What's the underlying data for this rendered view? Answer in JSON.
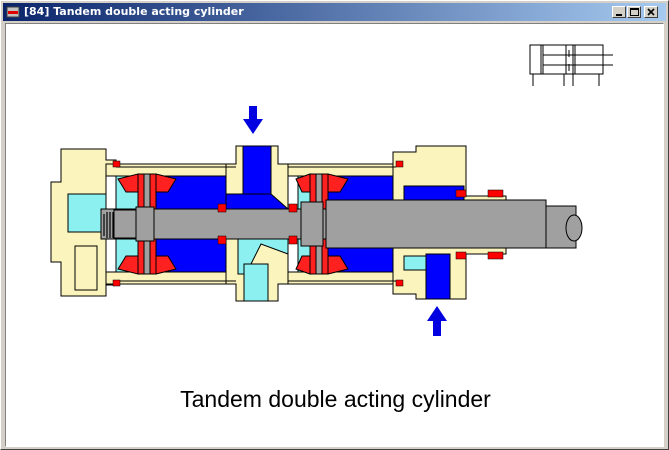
{
  "window": {
    "title": "[84] Tandem double acting cylinder",
    "buttons": {
      "minimize": "minimize",
      "maximize": "maximize",
      "close": "close"
    }
  },
  "content": {
    "caption": "Tandem double acting cylinder"
  },
  "colors": {
    "titlebar_start": "#0a246a",
    "titlebar_end": "#a6caf0",
    "body": "#fbf5bd",
    "chamber_pressure": "#0000ff",
    "chamber_cyan": "#8cf0f0",
    "seal": "#ff0000",
    "rod": "#a0a0a0",
    "arrow": "#0000e0"
  }
}
